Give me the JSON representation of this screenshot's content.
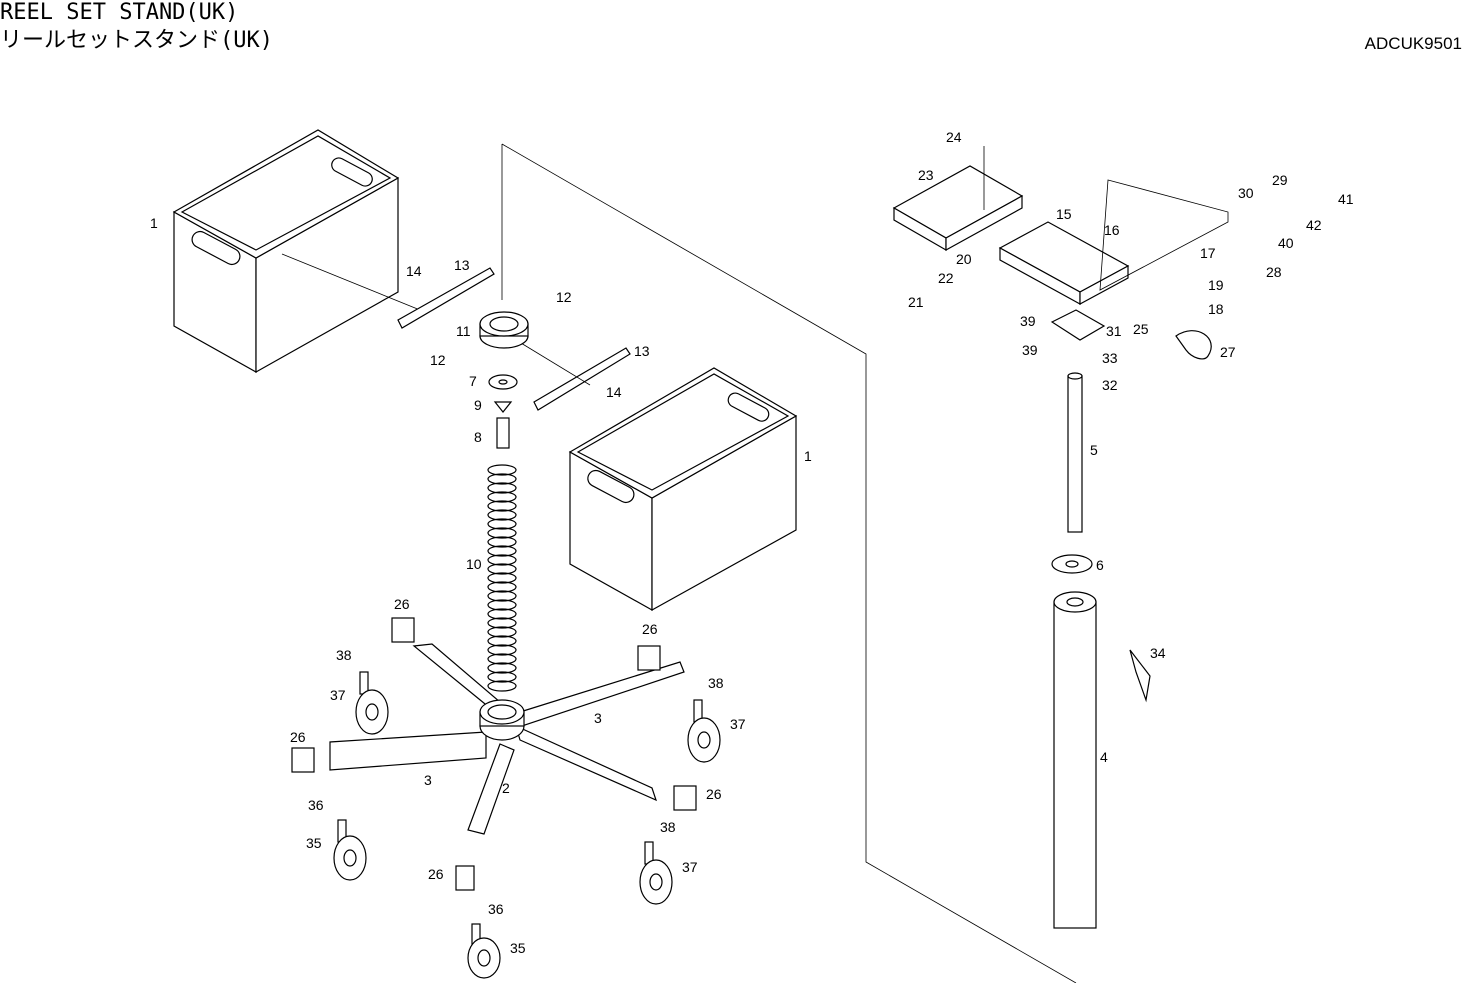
{
  "header": {
    "title_en": "REEL SET STAND(UK)",
    "title_jp": "リールセットスタンド(UK)",
    "code": "ADCUK9501"
  },
  "callouts": [
    {
      "label": "1"
    },
    {
      "label": "1"
    },
    {
      "label": "2"
    },
    {
      "label": "3"
    },
    {
      "label": "3"
    },
    {
      "label": "4"
    },
    {
      "label": "5"
    },
    {
      "label": "6"
    },
    {
      "label": "7"
    },
    {
      "label": "8"
    },
    {
      "label": "9"
    },
    {
      "label": "10"
    },
    {
      "label": "11"
    },
    {
      "label": "12"
    },
    {
      "label": "12"
    },
    {
      "label": "13"
    },
    {
      "label": "13"
    },
    {
      "label": "14"
    },
    {
      "label": "14"
    },
    {
      "label": "15"
    },
    {
      "label": "16"
    },
    {
      "label": "17"
    },
    {
      "label": "18"
    },
    {
      "label": "19"
    },
    {
      "label": "20"
    },
    {
      "label": "21"
    },
    {
      "label": "22"
    },
    {
      "label": "23"
    },
    {
      "label": "24"
    },
    {
      "label": "25"
    },
    {
      "label": "26"
    },
    {
      "label": "26"
    },
    {
      "label": "26"
    },
    {
      "label": "26"
    },
    {
      "label": "26"
    },
    {
      "label": "27"
    },
    {
      "label": "28"
    },
    {
      "label": "29"
    },
    {
      "label": "30"
    },
    {
      "label": "31"
    },
    {
      "label": "32"
    },
    {
      "label": "33"
    },
    {
      "label": "34"
    },
    {
      "label": "35"
    },
    {
      "label": "35"
    },
    {
      "label": "36"
    },
    {
      "label": "36"
    },
    {
      "label": "37"
    },
    {
      "label": "37"
    },
    {
      "label": "37"
    },
    {
      "label": "38"
    },
    {
      "label": "38"
    },
    {
      "label": "38"
    },
    {
      "label": "39"
    },
    {
      "label": "39"
    },
    {
      "label": "40"
    },
    {
      "label": "41"
    },
    {
      "label": "42"
    }
  ]
}
